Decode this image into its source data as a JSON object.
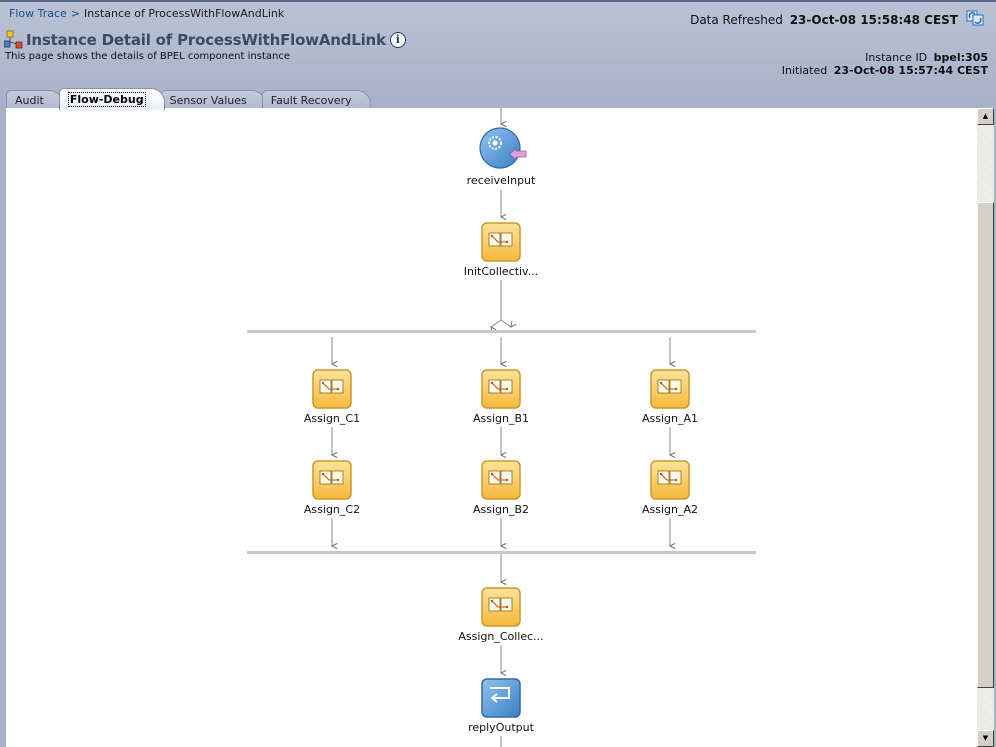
{
  "breadcrumb": {
    "link": "Flow Trace",
    "separator": ">",
    "current": "Instance of ProcessWithFlowAndLink"
  },
  "header": {
    "title": "Instance Detail of ProcessWithFlowAndLink",
    "subtitle": "This page shows the details of BPEL component instance",
    "info_icon": "info-icon",
    "data_refreshed_label": "Data Refreshed",
    "data_refreshed_value": "23-Oct-08 15:58:48 CEST",
    "refresh_icon": "refresh-icon",
    "instance_id_label": "Instance ID",
    "instance_id_value": "bpel:305",
    "initiated_label": "Initiated",
    "initiated_value": "23-Oct-08 15:57:44 CEST"
  },
  "tabs": [
    {
      "label": "Audit",
      "active": false
    },
    {
      "label": "Flow-Debug",
      "active": true
    },
    {
      "label": "Sensor Values",
      "active": false
    },
    {
      "label": "Fault Recovery",
      "active": false
    }
  ],
  "flow": {
    "nodes": [
      {
        "id": "receiveInput",
        "label": "receiveInput",
        "type": "receive"
      },
      {
        "id": "initCollective",
        "label": "InitCollectiv...",
        "type": "assign"
      },
      {
        "id": "assignC1",
        "label": "Assign_C1",
        "type": "assign"
      },
      {
        "id": "assignB1",
        "label": "Assign_B1",
        "type": "assign"
      },
      {
        "id": "assignA1",
        "label": "Assign_A1",
        "type": "assign"
      },
      {
        "id": "assignC2",
        "label": "Assign_C2",
        "type": "assign"
      },
      {
        "id": "assignB2",
        "label": "Assign_B2",
        "type": "assign"
      },
      {
        "id": "assignA2",
        "label": "Assign_A2",
        "type": "assign"
      },
      {
        "id": "assignCollec",
        "label": "Assign_Collec...",
        "type": "assign"
      },
      {
        "id": "replyOutput",
        "label": "replyOutput",
        "type": "reply"
      }
    ]
  },
  "colors": {
    "header_bg": "#a8b2c8",
    "link": "#1c4b8f",
    "assign_fill": "#fbc74a",
    "assign_border": "#c99a2c",
    "receive_fill": "#4a8fd0",
    "reply_fill": "#5f9fd8",
    "flow_bar": "#c8c8c8",
    "connector": "#808080"
  }
}
